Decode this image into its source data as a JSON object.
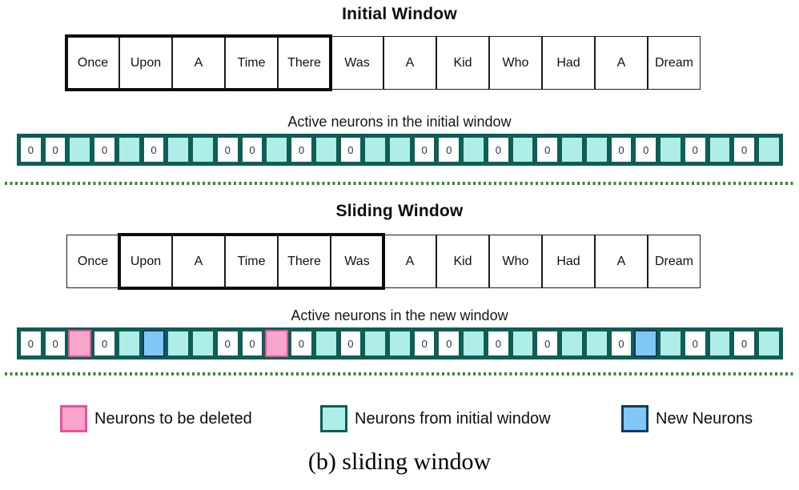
{
  "colors": {
    "cyan_fill": "#aeeee7",
    "cyan_border": "#0e5e56",
    "pink_fill": "#f9a6cb",
    "pink_border": "#ec4f9d",
    "blue_fill": "#7dc8f7",
    "blue_border": "#173860",
    "divider_green": "#2d8c2d",
    "window_border": "#0d0d0d"
  },
  "panels": [
    {
      "title": "Initial Window",
      "words": [
        "Once",
        "Upon",
        "A",
        "Time",
        "There",
        "Was",
        "A",
        "Kid",
        "Who",
        "Had",
        "A",
        "Dream"
      ],
      "window_start": 0,
      "window_size": 5,
      "neuron_label": "Active neurons in the initial window",
      "neurons": [
        "0",
        "0",
        "cyan",
        "0",
        "cyan",
        "0",
        "cyan",
        "cyan",
        "0",
        "0",
        "cyan",
        "0",
        "cyan",
        "0",
        "cyan",
        "cyan",
        "0",
        "0",
        "cyan",
        "0",
        "cyan",
        "0",
        "cyan",
        "cyan",
        "0",
        "0",
        "cyan",
        "0",
        "cyan",
        "0",
        "cyan"
      ]
    },
    {
      "title": "Sliding Window",
      "words": [
        "Once",
        "Upon",
        "A",
        "Time",
        "There",
        "Was",
        "A",
        "Kid",
        "Who",
        "Had",
        "A",
        "Dream"
      ],
      "window_start": 1,
      "window_size": 5,
      "neuron_label": "Active neurons in the new window",
      "neurons": [
        "0",
        "0",
        "pink",
        "0",
        "cyan",
        "blue",
        "cyan",
        "cyan",
        "0",
        "0",
        "pink",
        "0",
        "cyan",
        "0",
        "cyan",
        "cyan",
        "0",
        "0",
        "cyan",
        "0",
        "cyan",
        "0",
        "cyan",
        "cyan",
        "0",
        "blue",
        "cyan",
        "0",
        "cyan",
        "0",
        "cyan"
      ]
    }
  ],
  "legend": {
    "items": [
      {
        "swatch": "pink",
        "label": "Neurons to be deleted"
      },
      {
        "swatch": "cyan",
        "label": "Neurons from initial window"
      },
      {
        "swatch": "blue",
        "label": "New Neurons"
      }
    ]
  },
  "caption": "(b) sliding window",
  "zero_text": "0"
}
